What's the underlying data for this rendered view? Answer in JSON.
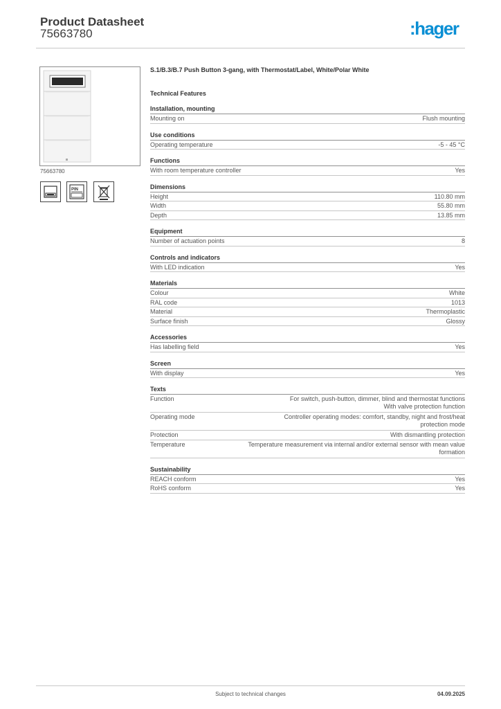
{
  "header": {
    "title": "Product Datasheet",
    "number": "75663780",
    "brand": ":hager"
  },
  "image_caption": "75663780",
  "icons": [
    "thermostat-display-icon",
    "pin-holder-icon",
    "weee-bin-icon"
  ],
  "icon_texts": {
    "pin": "PIN"
  },
  "product_title": "S.1/B.3/B.7 Push Button 3-gang, with Thermostat/Label, White/Polar White",
  "tech_title": "Technical Features",
  "sections": [
    {
      "title": "Installation, mounting",
      "rows": [
        {
          "label": "Mounting on",
          "value": "Flush mounting"
        }
      ]
    },
    {
      "title": "Use conditions",
      "rows": [
        {
          "label": "Operating temperature",
          "value": "-5 - 45 °C"
        }
      ]
    },
    {
      "title": "Functions",
      "rows": [
        {
          "label": "With room temperature controller",
          "value": "Yes"
        }
      ]
    },
    {
      "title": "Dimensions",
      "rows": [
        {
          "label": "Height",
          "value": "110.80 mm"
        },
        {
          "label": "Width",
          "value": "55.80 mm"
        },
        {
          "label": "Depth",
          "value": "13.85 mm"
        }
      ]
    },
    {
      "title": "Equipment",
      "rows": [
        {
          "label": "Number of actuation points",
          "value": "8"
        }
      ]
    },
    {
      "title": "Controls and indicators",
      "rows": [
        {
          "label": "With LED indication",
          "value": "Yes"
        }
      ]
    },
    {
      "title": "Materials",
      "rows": [
        {
          "label": "Colour",
          "value": "White"
        },
        {
          "label": "RAL code",
          "value": "1013"
        },
        {
          "label": "Material",
          "value": "Thermoplastic"
        },
        {
          "label": "Surface finish",
          "value": "Glossy"
        }
      ]
    },
    {
      "title": "Accessories",
      "rows": [
        {
          "label": "Has labelling field",
          "value": "Yes"
        }
      ]
    },
    {
      "title": "Screen",
      "rows": [
        {
          "label": "With display",
          "value": "Yes"
        }
      ]
    },
    {
      "title": "Texts",
      "rows": [
        {
          "label": "Function",
          "value": "For switch, push-button, dimmer, blind and thermostat functions With valve protection function"
        },
        {
          "label": "Operating mode",
          "value": "Controller operating modes: comfort, standby, night and frost/heat protection mode"
        },
        {
          "label": "Protection",
          "value": "With dismantling protection"
        },
        {
          "label": "Temperature",
          "value": "Temperature measurement via internal and/or external sensor with mean value formation"
        }
      ]
    },
    {
      "title": "Sustainability",
      "rows": [
        {
          "label": "REACH conform",
          "value": "Yes"
        },
        {
          "label": "RoHS conform",
          "value": "Yes"
        }
      ]
    }
  ],
  "footer": {
    "note": "Subject to technical changes",
    "date": "04.09.2025"
  },
  "colors": {
    "brand": "#0a8fd4",
    "text": "#333333",
    "rule": "#c6c6c6"
  }
}
